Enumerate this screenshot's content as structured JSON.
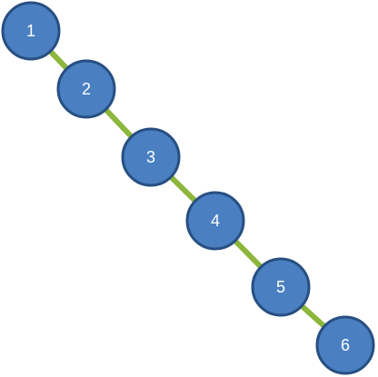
{
  "diagram": {
    "nodes": [
      {
        "id": "n1",
        "label": "1"
      },
      {
        "id": "n2",
        "label": "2"
      },
      {
        "id": "n3",
        "label": "3"
      },
      {
        "id": "n4",
        "label": "4"
      },
      {
        "id": "n5",
        "label": "5"
      },
      {
        "id": "n6",
        "label": "6"
      }
    ],
    "edges": [
      {
        "from": "n1",
        "to": "n2"
      },
      {
        "from": "n2",
        "to": "n3"
      },
      {
        "from": "n3",
        "to": "n4"
      },
      {
        "from": "n4",
        "to": "n5"
      },
      {
        "from": "n5",
        "to": "n6"
      }
    ],
    "colors": {
      "node_fill": "#4a7fc1",
      "node_stroke": "#274f82",
      "edge": "#8db63c",
      "label": "#ffffff"
    }
  }
}
